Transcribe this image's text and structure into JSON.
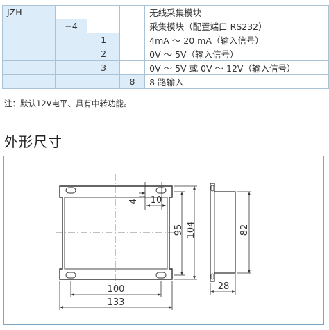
{
  "table": {
    "rows": [
      {
        "c1": "JZH",
        "c2": "",
        "c3": "",
        "c4": "",
        "c5": "无线采集模块"
      },
      {
        "c1": "",
        "c2": "−4",
        "c3": "",
        "c4": "",
        "c5": "采集模块（配置端口 RS232）"
      },
      {
        "c1": "",
        "c2": "",
        "c3": "1",
        "c4": "",
        "c5": "4mA ～ 20 mA（输入信号）"
      },
      {
        "c1": "",
        "c2": "",
        "c3": "2",
        "c4": "",
        "c5": "0V ～ 5V（输入信号）"
      },
      {
        "c1": "",
        "c2": "",
        "c3": "3",
        "c4": "",
        "c5": "0V ～ 5V 或 0V ～ 12V（输入信号）"
      },
      {
        "c1": "",
        "c2": "",
        "c3": "",
        "c4": "8",
        "c5": "8 路输入"
      }
    ]
  },
  "note": "注：默认12V电平、具有中转功能。",
  "section_title": "外形尺寸",
  "dimensions": {
    "d_4": "4",
    "d_10": "10",
    "d_95": "95",
    "d_104": "104",
    "d_100": "100",
    "d_133": "133",
    "d_82": "82",
    "d_28": "28"
  },
  "colors": {
    "table_border": "#a9c2d6",
    "table_fill": "#dcecf8",
    "frame_border": "#7fa4c1"
  }
}
